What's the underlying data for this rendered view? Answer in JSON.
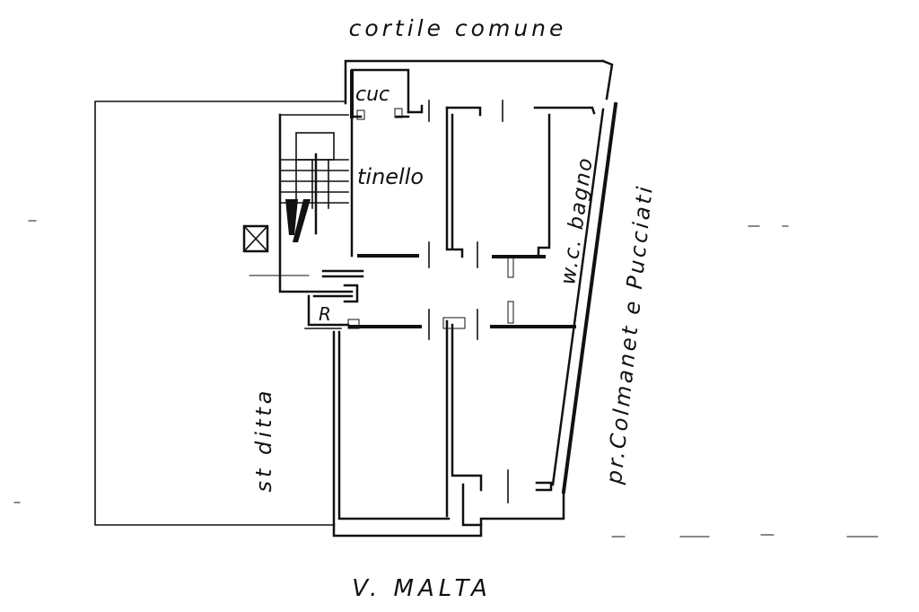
{
  "labels": {
    "top": "cortile comune",
    "bottom": "V. MALTA",
    "left": "st ditta",
    "right": "pr.Colmanet e Pucciati",
    "kitchen": "cuc",
    "dining": "tinello",
    "bathroom": "w.c. bagno",
    "closet": "R"
  },
  "colors": {
    "ink": "#111111",
    "paper": "#ffffff"
  }
}
